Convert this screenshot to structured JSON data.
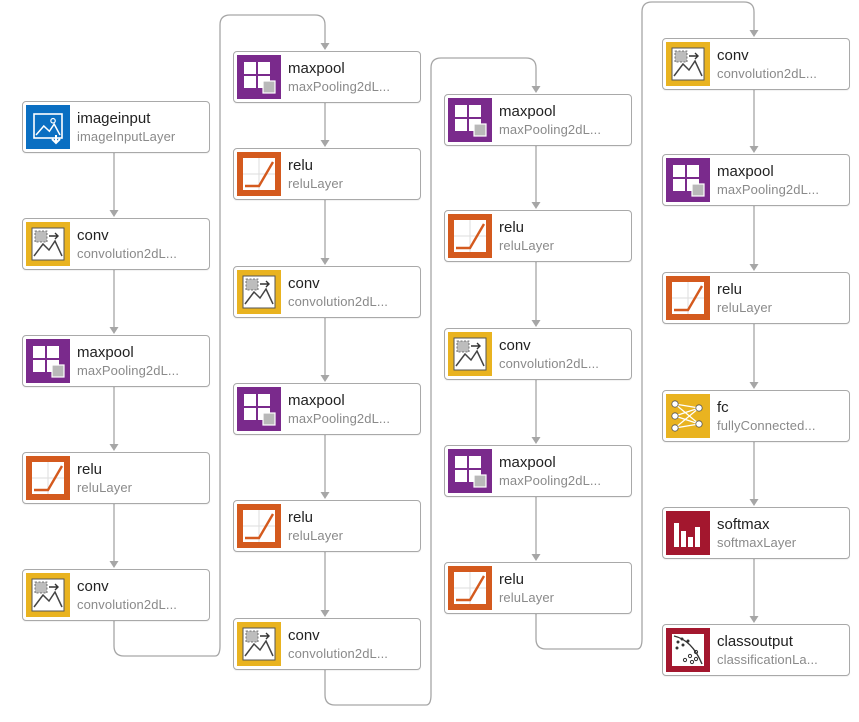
{
  "layers": [
    {
      "name": "imageinput",
      "type": "imageInputLayer",
      "icon": "image-input-icon"
    },
    {
      "name": "conv",
      "type": "convolution2dL...",
      "icon": "convolution-icon"
    },
    {
      "name": "maxpool",
      "type": "maxPooling2dL...",
      "icon": "maxpool-icon"
    },
    {
      "name": "relu",
      "type": "reluLayer",
      "icon": "relu-icon"
    },
    {
      "name": "conv",
      "type": "convolution2dL...",
      "icon": "convolution-icon"
    },
    {
      "name": "maxpool",
      "type": "maxPooling2dL...",
      "icon": "maxpool-icon"
    },
    {
      "name": "relu",
      "type": "reluLayer",
      "icon": "relu-icon"
    },
    {
      "name": "conv",
      "type": "convolution2dL...",
      "icon": "convolution-icon"
    },
    {
      "name": "maxpool",
      "type": "maxPooling2dL...",
      "icon": "maxpool-icon"
    },
    {
      "name": "relu",
      "type": "reluLayer",
      "icon": "relu-icon"
    },
    {
      "name": "conv",
      "type": "convolution2dL...",
      "icon": "convolution-icon"
    },
    {
      "name": "maxpool",
      "type": "maxPooling2dL...",
      "icon": "maxpool-icon"
    },
    {
      "name": "relu",
      "type": "reluLayer",
      "icon": "relu-icon"
    },
    {
      "name": "conv",
      "type": "convolution2dL...",
      "icon": "convolution-icon"
    },
    {
      "name": "maxpool",
      "type": "maxPooling2dL...",
      "icon": "maxpool-icon"
    },
    {
      "name": "relu",
      "type": "reluLayer",
      "icon": "relu-icon"
    },
    {
      "name": "conv",
      "type": "convolution2dL...",
      "icon": "convolution-icon"
    },
    {
      "name": "maxpool",
      "type": "maxPooling2dL...",
      "icon": "maxpool-icon"
    },
    {
      "name": "relu",
      "type": "reluLayer",
      "icon": "relu-icon"
    },
    {
      "name": "fc",
      "type": "fullyConnected...",
      "icon": "fully-connected-icon"
    },
    {
      "name": "softmax",
      "type": "softmaxLayer",
      "icon": "softmax-icon"
    },
    {
      "name": "classoutput",
      "type": "classificationLa...",
      "icon": "classification-output-icon"
    }
  ],
  "colors": {
    "image_input": "#0a6fc2",
    "convolution": "#e9b320",
    "maxpool": "#7a2a8c",
    "relu": "#d45a1e",
    "fully_connected": "#e9b320",
    "softmax": "#a3172e",
    "classification_output": "#a3172e",
    "connector": "#a6a6a6"
  }
}
